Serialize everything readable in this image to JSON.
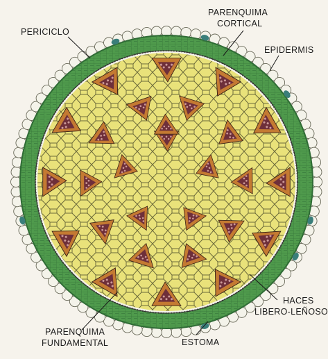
{
  "labels": {
    "periciclo": "PERICICLO",
    "parenquima_cortical_1": "PARENQUIMA",
    "parenquima_cortical_2": "CORTICAL",
    "epidermis": "EPIDERMIS",
    "haces_1": "HACES",
    "haces_2": "LIBERO-LEÑOSOS",
    "estoma": "ESTOMA",
    "parenquima_fundamental_1": "PARENQUIMA",
    "parenquima_fundamental_2": "FUNDAMENTAL"
  },
  "colors": {
    "epidermis": "#f4f3ea",
    "cortex": "#4f9a4c",
    "cortex_dark": "#2f6c35",
    "ground_tissue": "#e9e27a",
    "ground_cell_lines": "#6b6a3a",
    "bundle_outer": "#c47a32",
    "bundle_inner": "#6e2f3a",
    "pericycle_dots": "#3a3a3a",
    "stoma": "#3a7e7a"
  }
}
